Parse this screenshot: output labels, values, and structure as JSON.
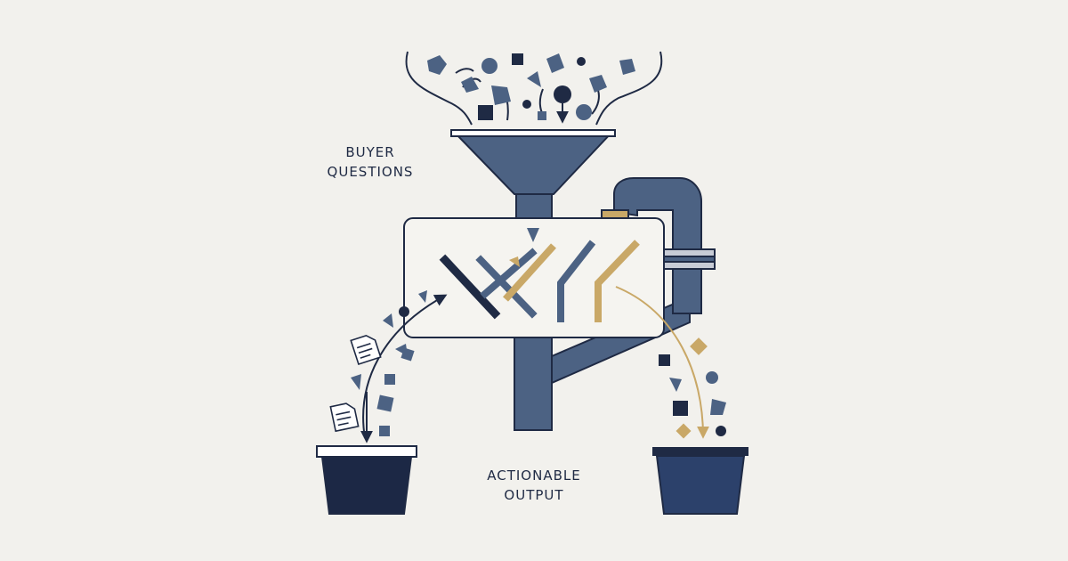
{
  "labels": {
    "input_line1": "BUYER",
    "input_line2": "QUESTIONS",
    "output_line1": "ACTIONABLE",
    "output_line2": "OUTPUT"
  },
  "colors": {
    "background": "#f2f1ed",
    "navy": "#1f2a44",
    "slate": "#4c6283",
    "gold": "#c9a867",
    "outline": "#1f2a44",
    "bucket_left": "#1c2845",
    "bucket_right": "#2c416b"
  },
  "icons": [
    "falling-shapes",
    "funnel-icon",
    "machine-icon",
    "pipe-icon",
    "document-icon",
    "bucket-icon",
    "arrow-icon"
  ]
}
